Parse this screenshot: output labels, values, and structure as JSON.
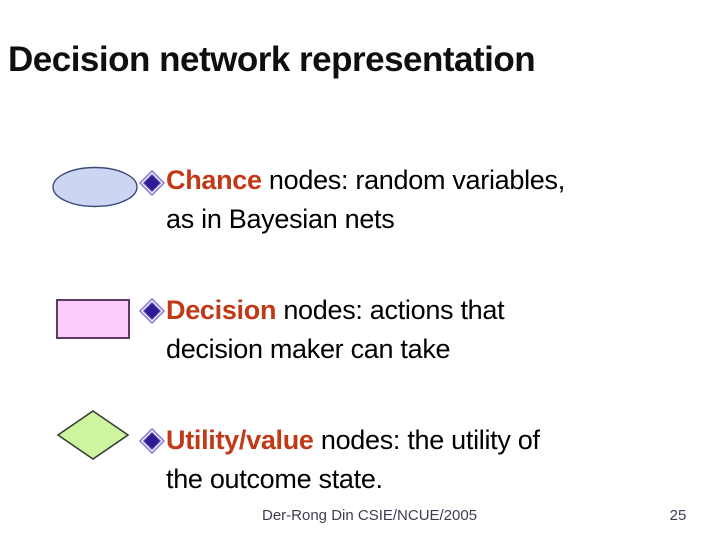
{
  "slide": {
    "title": "Decision network representation",
    "bullets": [
      {
        "shape": "ellipse",
        "shape_meaning": "chance-node",
        "keyword": "Chance",
        "rest_line1": " nodes: random variables,",
        "line2": "as in Bayesian nets"
      },
      {
        "shape": "rectangle",
        "shape_meaning": "decision-node",
        "keyword": "Decision",
        "rest_line1": " nodes: actions that",
        "line2": "decision maker can take"
      },
      {
        "shape": "diamond",
        "shape_meaning": "utility-node",
        "keyword": "Utility/value",
        "rest_line1": " nodes: the utility of",
        "line2": "the outcome state."
      }
    ],
    "footer": {
      "credit": "Der-Rong Din CSIE/NCUE/2005",
      "page_number": "25"
    },
    "colors": {
      "title_text": "#0f0f0f",
      "body_text": "#000000",
      "keyword_text": "#c03a18",
      "ellipse_fill": "#ccd6f2",
      "ellipse_border": "#3b4a7a",
      "rectangle_fill": "#fdccfb",
      "rectangle_border": "#5f3a66",
      "diamond_fill": "#cdf5a0",
      "diamond_border": "#38403a",
      "bullet_inner": "#2b1b90",
      "bullet_outer": "#8f7fd4",
      "footer_text": "#3e3e52"
    }
  }
}
